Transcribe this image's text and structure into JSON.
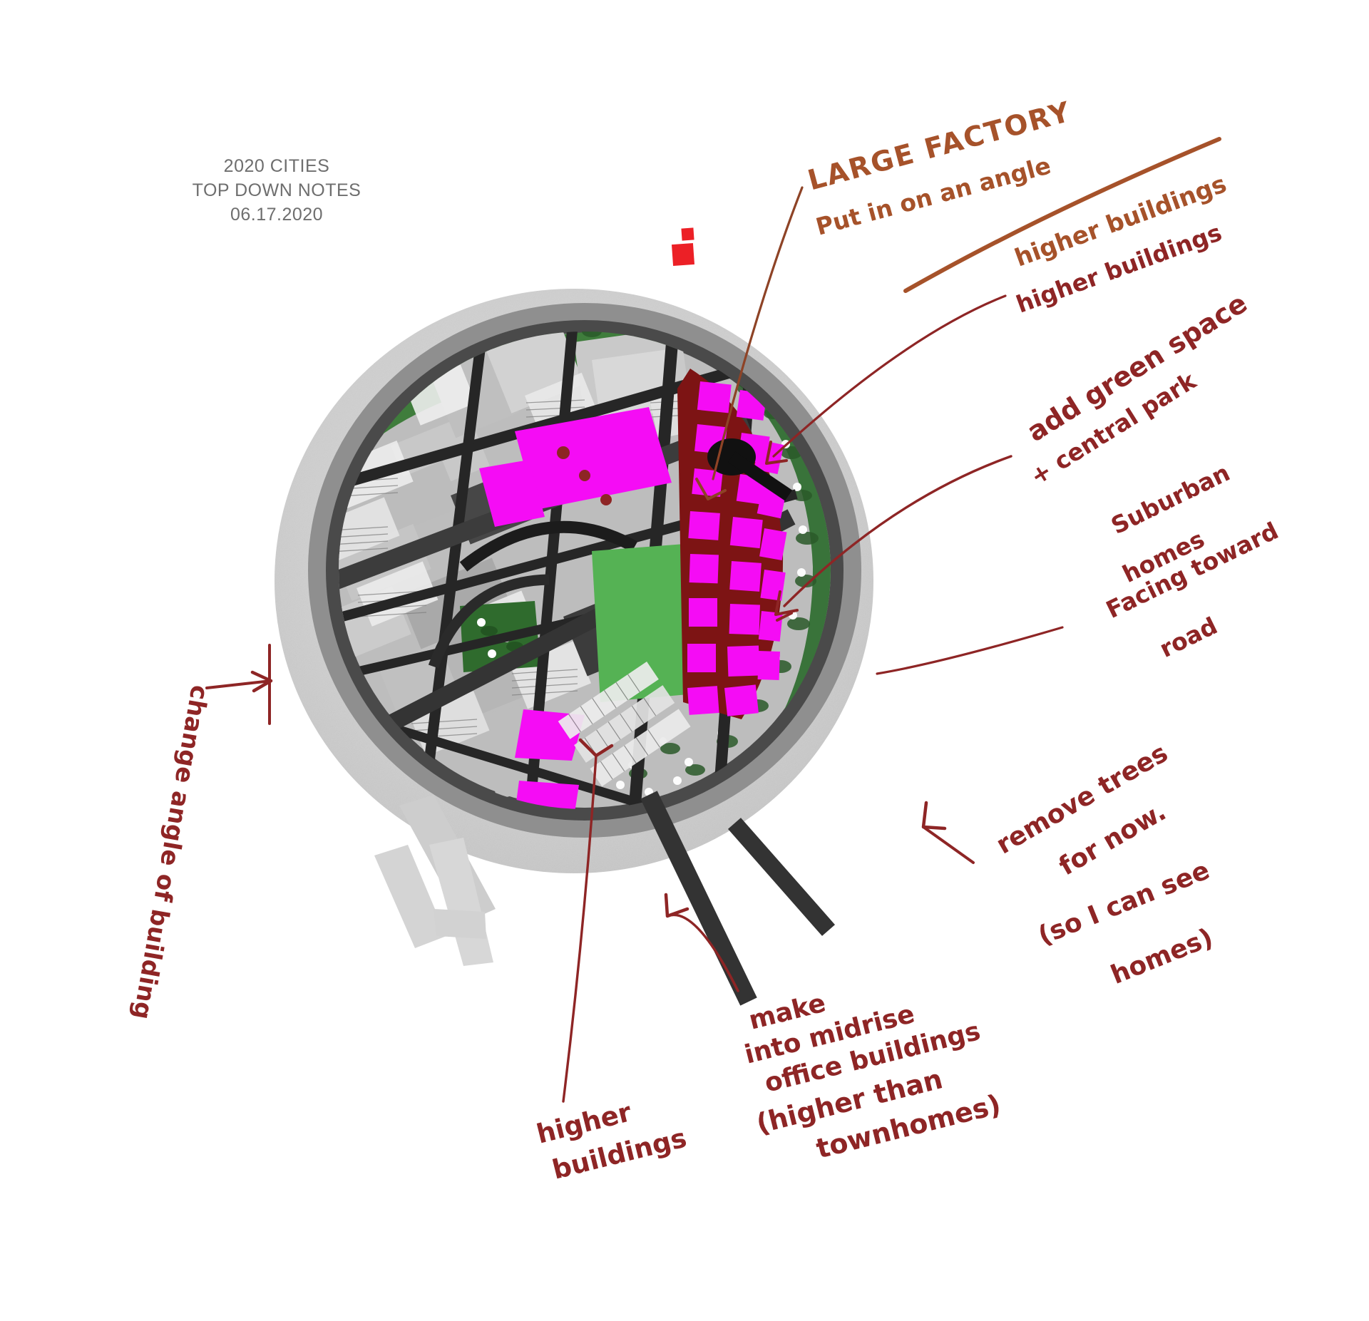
{
  "document": {
    "title_line_1": "2020 CITIES",
    "title_line_2": "TOP DOWN NOTES",
    "title_line_3": "06.17.2020",
    "title_color": "#6e6e6e"
  },
  "palette": {
    "ink_dark_red": "#8e2525",
    "ink_orange_brown": "#a6522a",
    "highlight_magenta": "#f50cf5",
    "highlight_green": "#55b254",
    "highlight_dark_red": "#7d1414",
    "marker_red": "#ec2026",
    "ground_gray": "#d0d0d0",
    "road_black": "#2b2b2b",
    "park_green": "#3c7a3a",
    "building_gray": "#a8a8a8"
  },
  "annotations": [
    {
      "id": "large-factory",
      "text": "LARGE FACTORY",
      "sub_text": "Put in on an angle",
      "ink": "orange",
      "style": "caps",
      "points_to": "magenta-factory-block"
    },
    {
      "id": "higher-buildings-top",
      "text": "higher buildings",
      "ink": "orange",
      "points_to": "magenta-factory-block"
    },
    {
      "id": "higher-buildings-right",
      "text": "higher buildings",
      "ink": "dark-red",
      "points_to": "magenta-midrise-block"
    },
    {
      "id": "add-green-space",
      "text": "add green space",
      "sub_text": "+ central park",
      "ink": "dark-red",
      "points_to": "green-park-block"
    },
    {
      "id": "suburban-homes",
      "line_1": "Suburban",
      "line_2": "homes",
      "line_3": "Facing toward",
      "line_4": "road",
      "ink": "dark-red",
      "points_to": "dark-red-suburban-district"
    },
    {
      "id": "remove-trees",
      "line_1": "remove trees",
      "line_2": "for now.",
      "line_3": "(so I can see",
      "line_4": "homes)",
      "ink": "dark-red",
      "points_to": "tree-belt"
    },
    {
      "id": "make-into-midrise",
      "line_1": "make",
      "line_2": "into midrise",
      "line_3": "office buildings",
      "line_4": "(higher than",
      "line_5": "townhomes)",
      "ink": "dark-red",
      "points_to": "magenta-strip-blocks"
    },
    {
      "id": "higher-buildings-bottom",
      "line_1": "higher",
      "line_2": "buildings",
      "ink": "dark-red",
      "points_to": "magenta-wedge-block"
    },
    {
      "id": "change-angle-of-building",
      "text": "change angle of building",
      "ink": "dark-red",
      "orientation": "vertical",
      "points_to": "magenta-west-block"
    }
  ],
  "markers": [
    {
      "id": "red-square-marker",
      "color": "#ec2026"
    }
  ]
}
